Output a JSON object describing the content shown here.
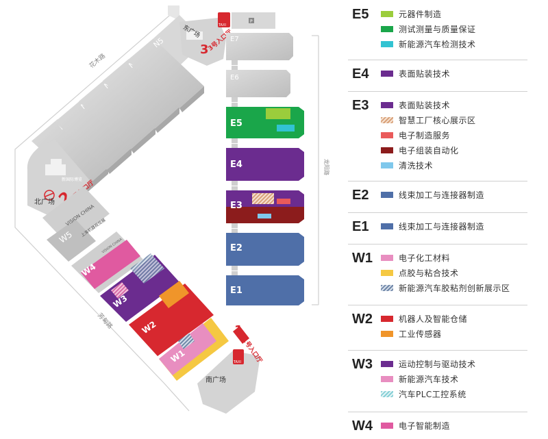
{
  "map": {
    "halls_north": [
      "N1",
      "N2",
      "N3",
      "N4",
      "N5"
    ],
    "halls_east": [
      "E7",
      "E6",
      "E5",
      "E4",
      "E3",
      "E2",
      "E1"
    ],
    "halls_west": [
      "W1",
      "W2",
      "W3",
      "W4",
      "W5"
    ],
    "roads": {
      "huamu": "花木路",
      "longyang": "龙阳路",
      "fangdian": "芳甸路"
    },
    "plazas": {
      "east": "东广场",
      "north": "北广场",
      "south": "南广场"
    },
    "entrances": {
      "e1": "1号入口厅",
      "e2": "2号入口厅",
      "e3": "3号入口厅"
    },
    "taxi": "TAXI",
    "parking": "P",
    "vision_china": "VISION CHINA",
    "vision_china_small": "VISION CHINA",
    "w5_sign": "上海机器视觉展",
    "north_small": "新国际博览"
  },
  "colors": {
    "gray_hall": "#cfcfcf",
    "green": "#1aa64a",
    "lightgreen": "#9bcd3c",
    "cyan": "#32c3d2",
    "purple": "#6b2c8f",
    "pink": "#e05aa0",
    "lightpink": "#e88ec0",
    "steelblue": "#4f6fa8",
    "red": "#d7282f",
    "orange": "#f0952a",
    "yellow": "#f5c842",
    "darkred": "#8c1c1c",
    "salmon": "#ea5a5a",
    "lightblue": "#7fc8ec"
  },
  "legend": [
    {
      "hall": "E5",
      "items": [
        {
          "label": "元器件制造",
          "color": "#9bcd3c",
          "pattern": "solid"
        },
        {
          "label": "测试测量与质量保证",
          "color": "#1aa64a",
          "pattern": "solid"
        },
        {
          "label": "新能源汽车检测技术",
          "color": "#32c3d2",
          "pattern": "solid"
        }
      ]
    },
    {
      "hall": "E4",
      "items": [
        {
          "label": "表面贴装技术",
          "color": "#6b2c8f",
          "pattern": "solid"
        }
      ]
    },
    {
      "hall": "E3",
      "items": [
        {
          "label": "表面贴装技术",
          "color": "#6b2c8f",
          "pattern": "solid"
        },
        {
          "label": "智慧工厂核心展示区",
          "color": "#d9a27a",
          "pattern": "hatch-orange"
        },
        {
          "label": "电子制造服务",
          "color": "#ea5a5a",
          "pattern": "solid"
        },
        {
          "label": "电子组装自动化",
          "color": "#8c1c1c",
          "pattern": "solid"
        },
        {
          "label": "清洗技术",
          "color": "#7fc8ec",
          "pattern": "solid"
        }
      ]
    },
    {
      "hall": "E2",
      "items": [
        {
          "label": "线束加工与连接器制造",
          "color": "#4f6fa8",
          "pattern": "solid"
        }
      ]
    },
    {
      "hall": "E1",
      "items": [
        {
          "label": "线束加工与连接器制造",
          "color": "#4f6fa8",
          "pattern": "solid"
        }
      ]
    },
    {
      "hall": "W1",
      "items": [
        {
          "label": "电子化工材料",
          "color": "#e88ec0",
          "pattern": "solid"
        },
        {
          "label": "点胶与粘合技术",
          "color": "#f5c842",
          "pattern": "solid"
        },
        {
          "label": "新能源汽车胶粘剂创新展示区",
          "color": "#6f86a8",
          "pattern": "hatch-blue"
        }
      ]
    },
    {
      "hall": "W2",
      "items": [
        {
          "label": "机器人及智能仓储",
          "color": "#d7282f",
          "pattern": "solid"
        },
        {
          "label": "工业传感器",
          "color": "#f0952a",
          "pattern": "solid"
        }
      ]
    },
    {
      "hall": "W3",
      "items": [
        {
          "label": "运动控制与驱动技术",
          "color": "#6b2c8f",
          "pattern": "solid"
        },
        {
          "label": "新能源汽车技术",
          "color": "#e88ec0",
          "pattern": "solid"
        },
        {
          "label": "汽车PLC工控系统",
          "color": "#86cfd6",
          "pattern": "hatch-cyan"
        }
      ]
    },
    {
      "hall": "W4",
      "items": [
        {
          "label": "电子智能制造",
          "color": "#e05aa0",
          "pattern": "solid"
        }
      ]
    }
  ]
}
